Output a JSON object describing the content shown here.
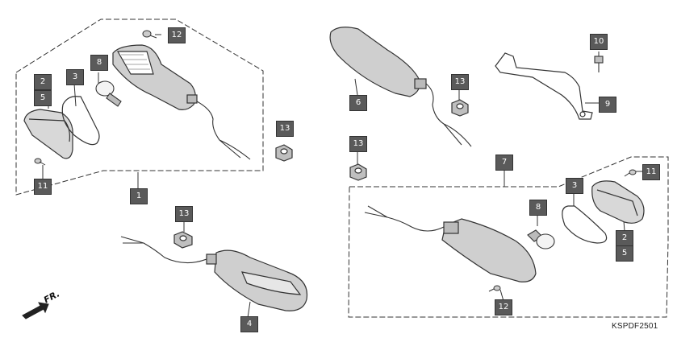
{
  "diagram_code": "KSPDF2501",
  "direction_label": "FR.",
  "callouts": [
    {
      "id": "c12a",
      "label": "12"
    },
    {
      "id": "c8a",
      "label": "8"
    },
    {
      "id": "c2a",
      "label": "2"
    },
    {
      "id": "c3a",
      "label": "3"
    },
    {
      "id": "c5a",
      "label": "5"
    },
    {
      "id": "c11a",
      "label": "11"
    },
    {
      "id": "c1",
      "label": "1"
    },
    {
      "id": "c13a",
      "label": "13"
    },
    {
      "id": "c13b",
      "label": "13"
    },
    {
      "id": "c4",
      "label": "4"
    },
    {
      "id": "c6",
      "label": "6"
    },
    {
      "id": "c13c",
      "label": "13"
    },
    {
      "id": "c10",
      "label": "10"
    },
    {
      "id": "c9",
      "label": "9"
    },
    {
      "id": "c13d",
      "label": "13"
    },
    {
      "id": "c7",
      "label": "7"
    },
    {
      "id": "c11b",
      "label": "11"
    },
    {
      "id": "c3b",
      "label": "3"
    },
    {
      "id": "c8b",
      "label": "8"
    },
    {
      "id": "c2b",
      "label": "2"
    },
    {
      "id": "c5b",
      "label": "5"
    },
    {
      "id": "c12b",
      "label": "12"
    }
  ]
}
